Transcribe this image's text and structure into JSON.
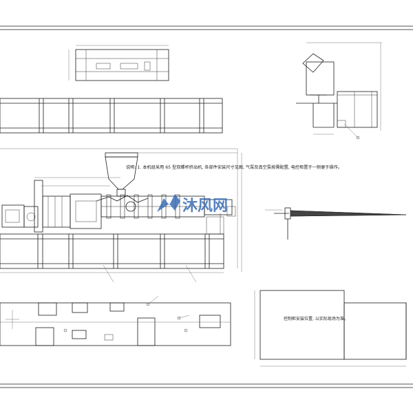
{
  "drawing": {
    "note_main": "说明: 1. 本机组采用 65 型双螺杆挤出机, 各部件安装尺寸见图, 气泵及真空泵按需配置, 电控柜置于一侧便于操作。",
    "note_box": "控制柜安装位置, 以实际现场为准。",
    "watermark_text": "沐风网",
    "watermark_color": "#3a6db5",
    "line_color": "#1a1a1a"
  }
}
